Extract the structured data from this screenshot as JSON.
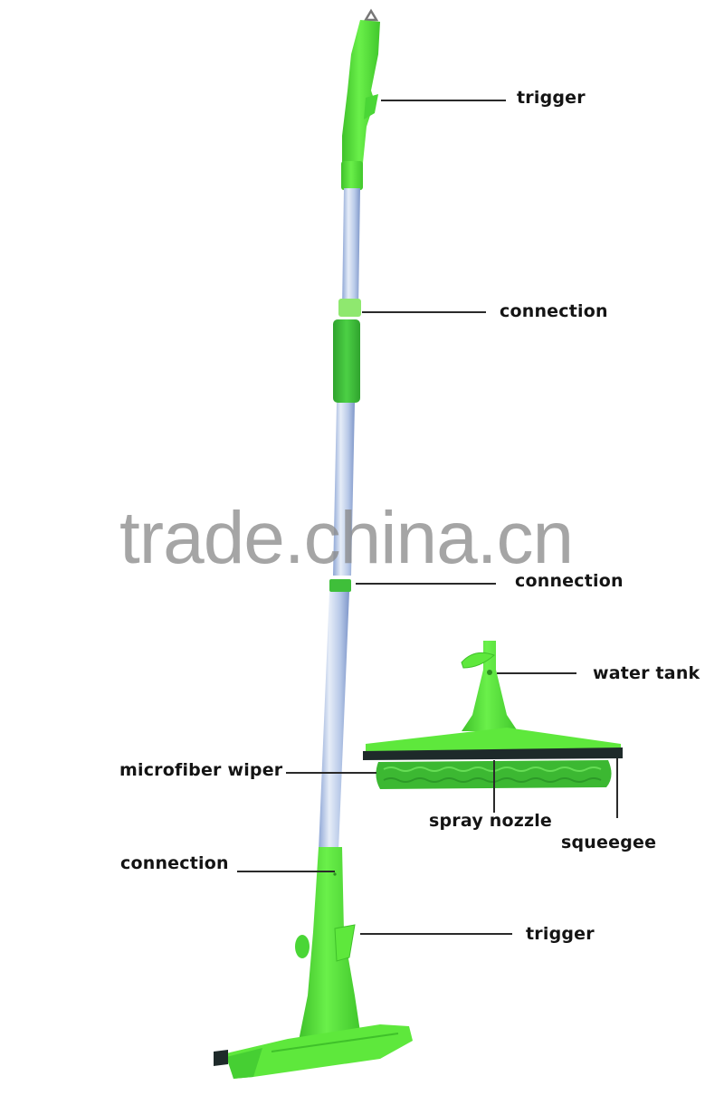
{
  "diagram": {
    "subject": "spray mop with interchangeable head",
    "watermark": "trade.china.cn",
    "colors": {
      "plastic_green": "#5ee83c",
      "plastic_green_dark": "#3fc12a",
      "grip_green": "#3fbf3a",
      "pole_light": "#dfe8f6",
      "pole_mid": "#a9bee3",
      "pole_dark": "#7f97c9",
      "squeegee_rubber": "#1e2a2a",
      "microfiber": "#3cb832",
      "leader_line": "#2a2a2a",
      "label_text": "#141414"
    },
    "labels": [
      {
        "id": "trigger-top",
        "text": "trigger"
      },
      {
        "id": "connection-upper",
        "text": "connection"
      },
      {
        "id": "connection-middle",
        "text": "connection"
      },
      {
        "id": "water-tank",
        "text": "water tank"
      },
      {
        "id": "microfiber-wiper",
        "text": "microfiber wiper"
      },
      {
        "id": "spray-nozzle",
        "text": "spray nozzle"
      },
      {
        "id": "squeegee",
        "text": "squeegee"
      },
      {
        "id": "connection-lower",
        "text": "connection"
      },
      {
        "id": "trigger-bottom",
        "text": "trigger"
      }
    ]
  }
}
